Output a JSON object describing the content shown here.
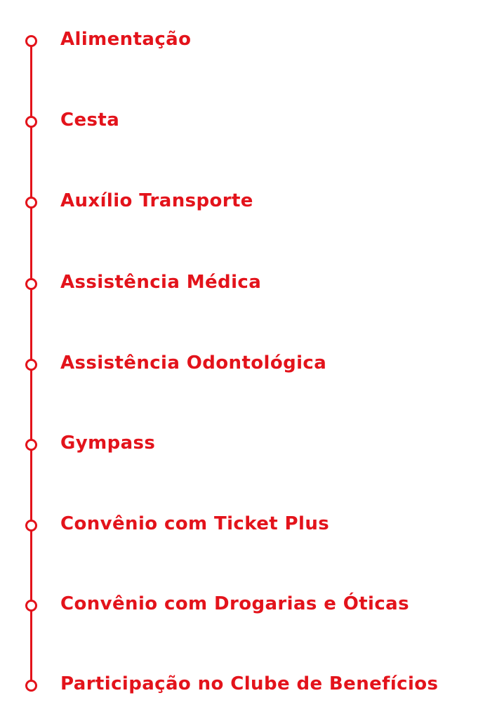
{
  "accent_color": "#e3131b",
  "benefits": [
    {
      "label": "Alimentação",
      "icon": "circle-node-icon"
    },
    {
      "label": "Cesta",
      "icon": "circle-node-icon"
    },
    {
      "label": "Auxílio Transporte",
      "icon": "circle-node-icon"
    },
    {
      "label": "Assistência Médica",
      "icon": "circle-node-icon"
    },
    {
      "label": "Assistência Odontológica",
      "icon": "circle-node-icon"
    },
    {
      "label": "Gympass",
      "icon": "circle-node-icon"
    },
    {
      "label": "Convênio com Ticket Plus",
      "icon": "circle-node-icon"
    },
    {
      "label": "Convênio com Drogarias e Óticas",
      "icon": "circle-node-icon"
    },
    {
      "label": "Participação no Clube de Benefícios",
      "icon": "circle-node-icon"
    }
  ]
}
